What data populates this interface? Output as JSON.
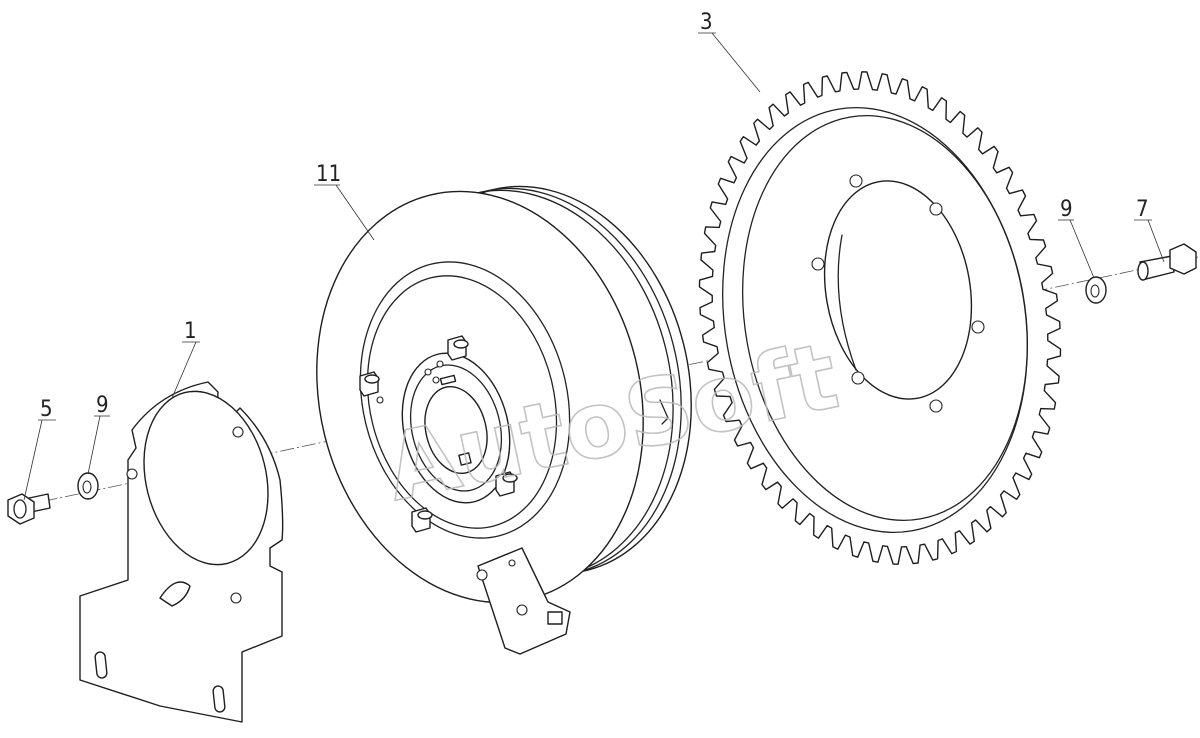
{
  "callouts": {
    "bracket": "1",
    "sprocket": "3",
    "bolt_left": "5",
    "bolt_right": "7",
    "washer_left": "9",
    "washer_right": "9",
    "clutch": "11"
  },
  "watermark": "AutoSoft"
}
